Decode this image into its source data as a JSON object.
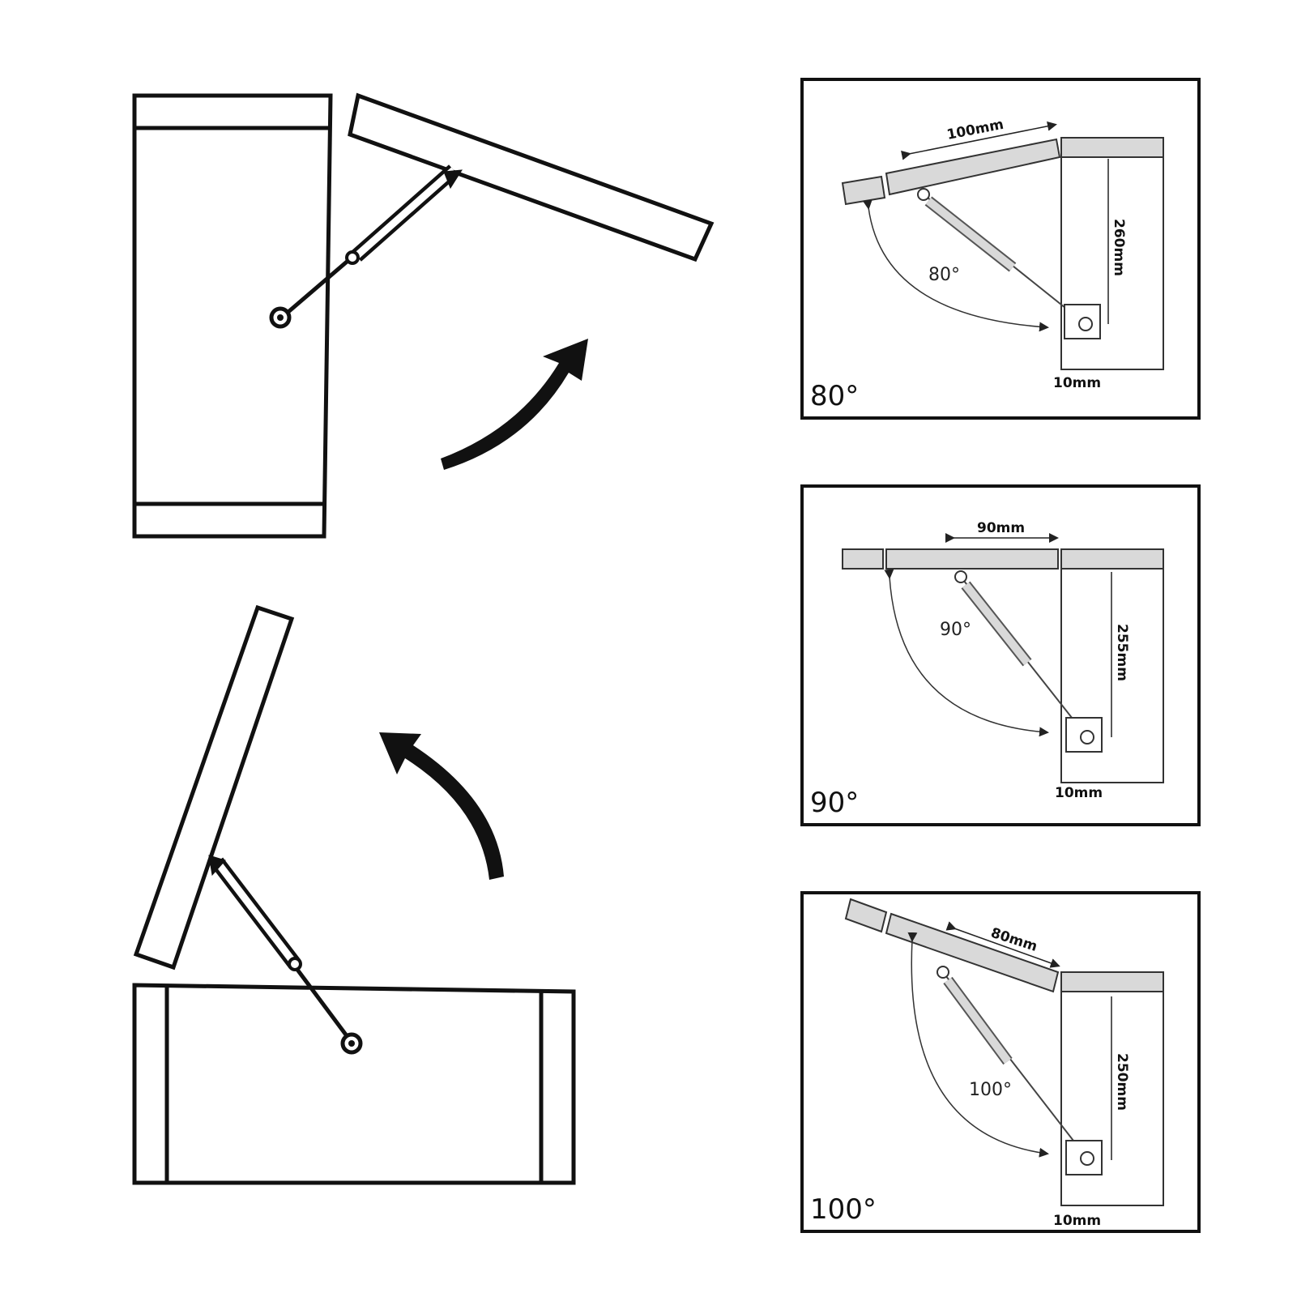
{
  "panels": [
    {
      "angle_label": "80°",
      "arc_label": "80°",
      "horizontal_dim": "100mm",
      "vertical_dim": "260mm",
      "bottom_dim": "10mm"
    },
    {
      "angle_label": "90°",
      "arc_label": "90°",
      "horizontal_dim": "90mm",
      "vertical_dim": "255mm",
      "bottom_dim": "10mm"
    },
    {
      "angle_label": "100°",
      "arc_label": "100°",
      "horizontal_dim": "80mm",
      "vertical_dim": "250mm",
      "bottom_dim": "10mm"
    }
  ],
  "colors": {
    "line": "#111111",
    "part_fill": "#d9d9d9",
    "background": "#ffffff"
  }
}
